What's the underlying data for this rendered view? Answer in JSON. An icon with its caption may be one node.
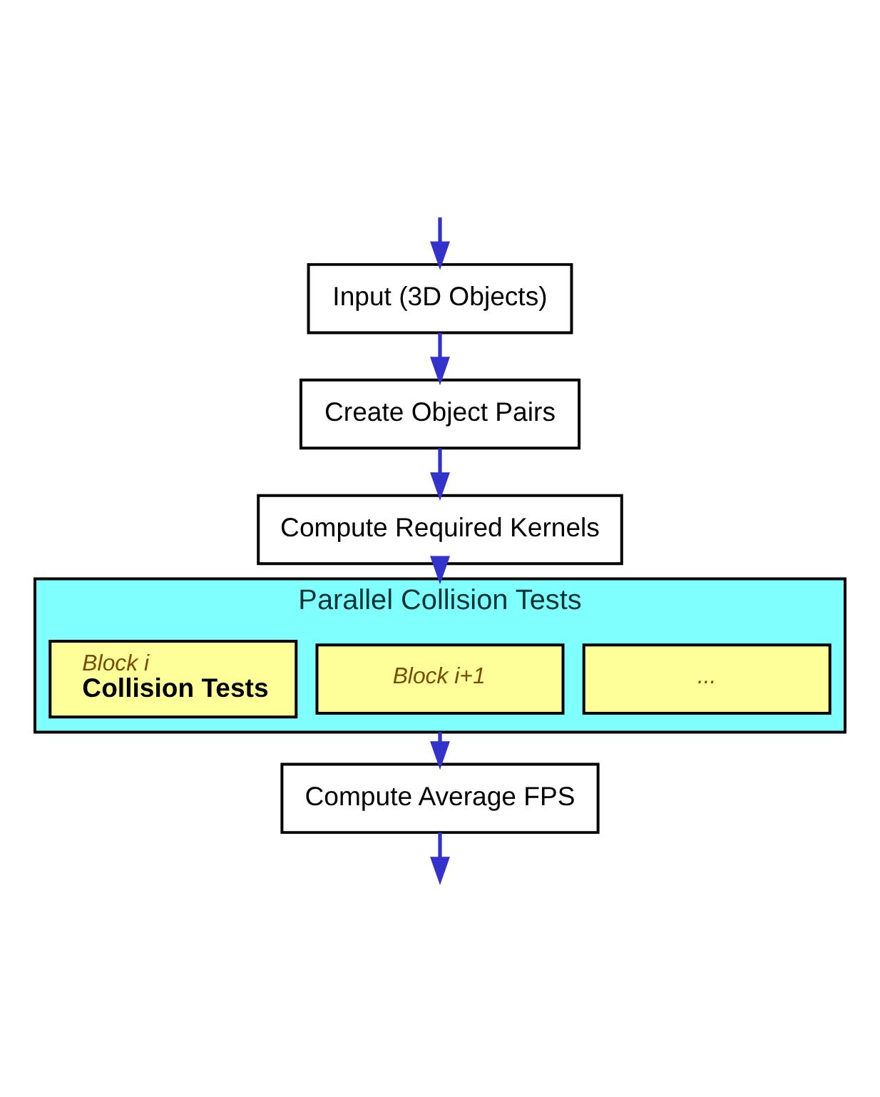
{
  "diagram": {
    "nodes": [
      {
        "text": [
          "Input (3D Objects)"
        ]
      },
      {
        "text": [
          "Create Object Pairs"
        ]
      },
      {
        "text": [
          "Compute Required Kernels"
        ]
      },
      {
        "text": [
          "Parallel Collision Tests"
        ]
      },
      {
        "text": [
          "..."
        ],
        "in": 3
      },
      {
        "text": [
          "Block i+1"
        ],
        "in": 3
      },
      {
        "text": [
          "Block i",
          "Collision Tests"
        ],
        "in": 3
      },
      {
        "text": [
          "Compute Average FPS"
        ]
      }
    ],
    "edges": [
      {
        "from": null,
        "to": 0,
        "arrow": "to"
      },
      {
        "from": 0,
        "to": 1,
        "arrow": "to"
      },
      {
        "from": 1,
        "to": 2,
        "arrow": "to"
      },
      {
        "from": 2,
        "to": 3,
        "arrow": "to"
      },
      {
        "from": 3,
        "to": 7,
        "arrow": "to"
      },
      {
        "from": 7,
        "to": null,
        "arrow": "to"
      }
    ]
  }
}
